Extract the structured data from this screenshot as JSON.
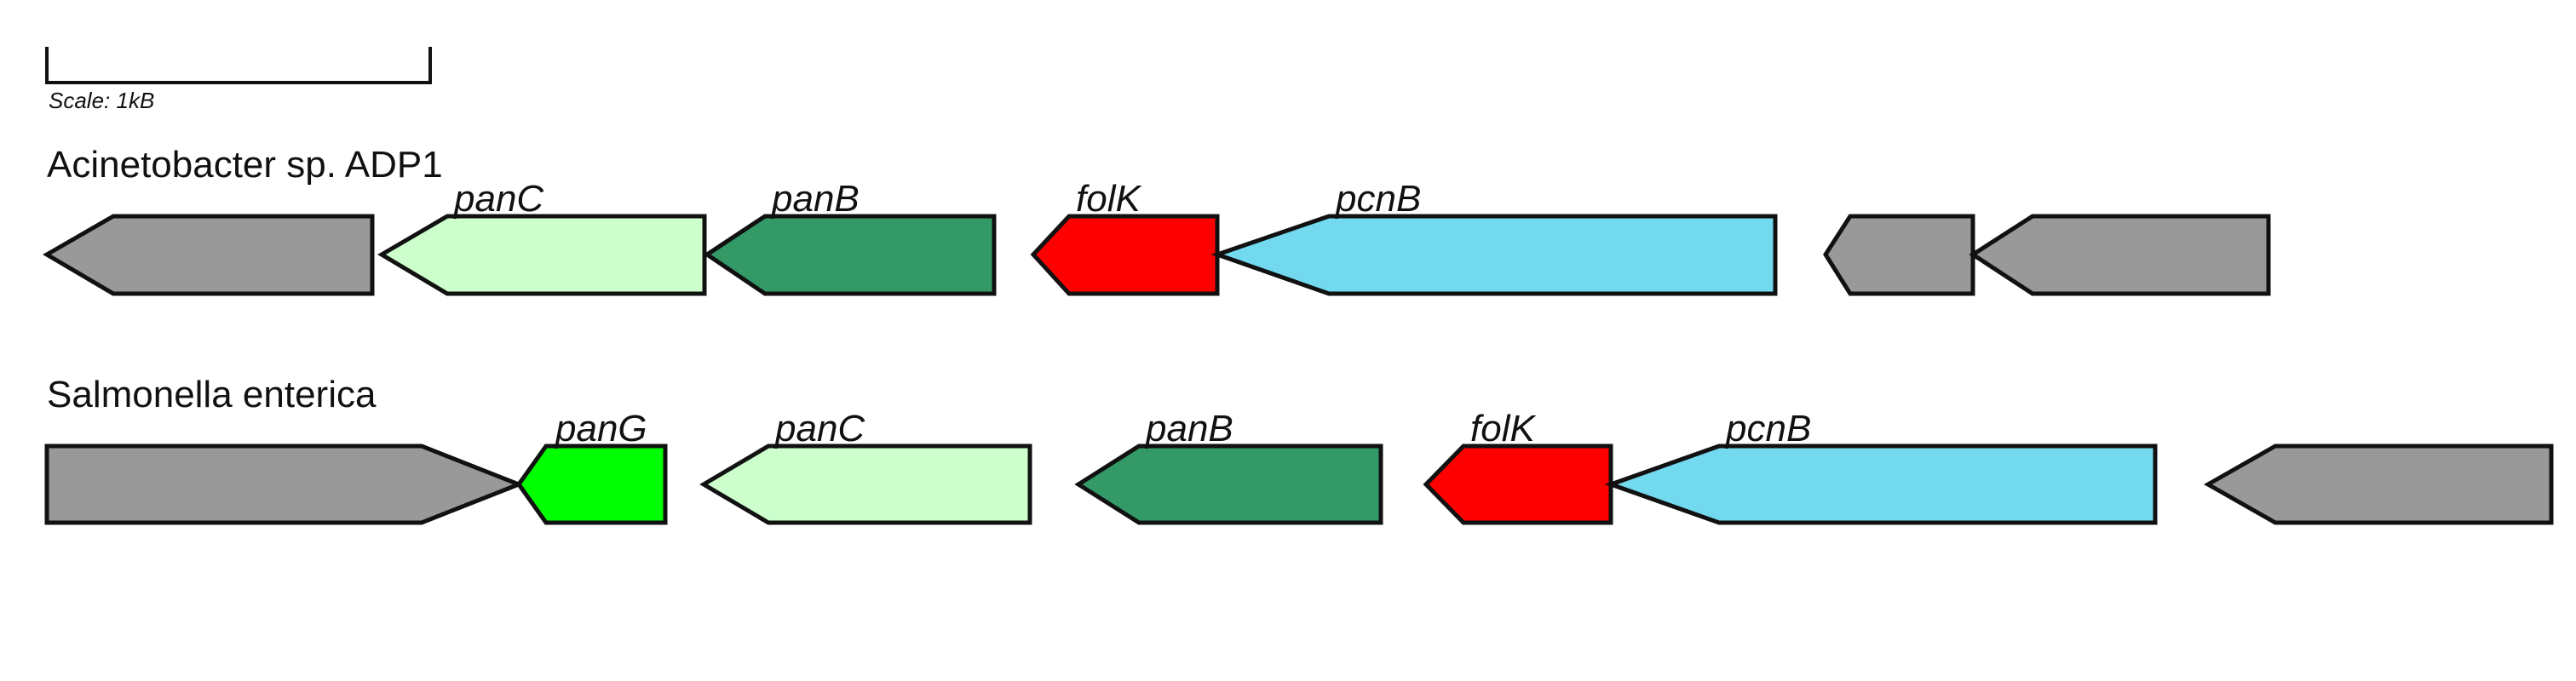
{
  "scale": {
    "label": "Scale: 1kB"
  },
  "tracks": [
    {
      "organism": "Acinetobacter sp. ADP1",
      "genes": [
        {
          "name": "",
          "color": "#999999"
        },
        {
          "name": "panC",
          "color": "#ccffcc"
        },
        {
          "name": "panB",
          "color": "#339966"
        },
        {
          "name": "folK",
          "color": "#ff0000"
        },
        {
          "name": "pcnB",
          "color": "#72d9ee"
        },
        {
          "name": "",
          "color": "#999999"
        },
        {
          "name": "",
          "color": "#999999"
        }
      ]
    },
    {
      "organism": "Salmonella enterica",
      "genes": [
        {
          "name": "",
          "color": "#999999"
        },
        {
          "name": "panG",
          "color": "#00ff00"
        },
        {
          "name": "panC",
          "color": "#ccffcc"
        },
        {
          "name": "panB",
          "color": "#339966"
        },
        {
          "name": "folK",
          "color": "#ff0000"
        },
        {
          "name": "pcnB",
          "color": "#72d9ee"
        },
        {
          "name": "",
          "color": "#999999"
        }
      ]
    }
  ]
}
